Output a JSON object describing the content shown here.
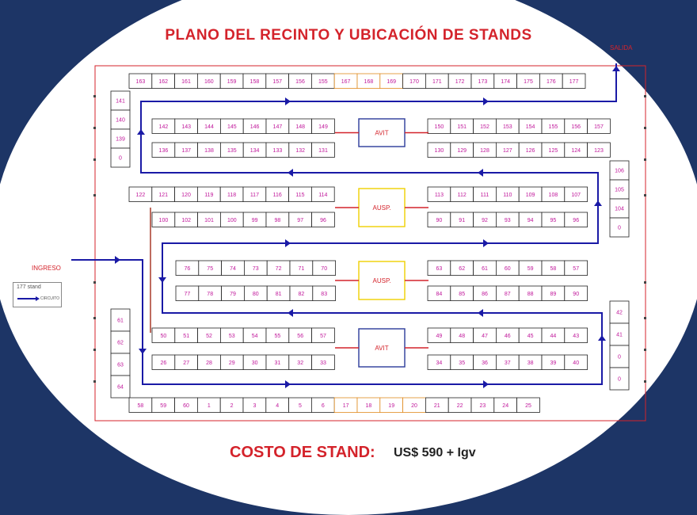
{
  "title": "PLANO DEL RECINTO Y UBICACIÓN DE STANDS",
  "exit_label": "SALIDA",
  "entry_label": "INGRESO",
  "legend": {
    "stand_count": "177 stand",
    "circuit_label": "CIRCUITO"
  },
  "cost": {
    "label": "COSTO DE STAND:",
    "value": "US$ 590 + Igv"
  },
  "colors": {
    "accent_red": "#d4232b",
    "route_blue": "#1a1aa6",
    "stand_magenta": "#c0169a",
    "ausp_yellow": "#f0d000",
    "avit_blue": "#2b3a9a",
    "frame_dark_blue": "#1d3566"
  },
  "rows": {
    "top_row": [
      "163",
      "162",
      "161",
      "160",
      "159",
      "158",
      "157",
      "156",
      "155",
      "167",
      "168",
      "169",
      "170",
      "171",
      "172",
      "173",
      "174",
      "175",
      "176",
      "177"
    ],
    "block1_left_top": [
      "142",
      "143",
      "144",
      "145",
      "146",
      "147",
      "148",
      "149"
    ],
    "block1_left_bottom": [
      "136",
      "137",
      "138",
      "135",
      "134",
      "133",
      "132",
      "131"
    ],
    "block1_right_top": [
      "150",
      "151",
      "152",
      "153",
      "154",
      "155",
      "156",
      "157"
    ],
    "block1_right_bottom": [
      "130",
      "129",
      "128",
      "127",
      "126",
      "125",
      "124",
      "123"
    ],
    "left_col_top": [
      "141",
      "140",
      "139",
      "0"
    ],
    "block2_left_top": [
      "122",
      "121",
      "120",
      "119",
      "118",
      "117",
      "116",
      "115",
      "114"
    ],
    "block2_left_bottom": [
      "100",
      "102",
      "101",
      "100",
      "99",
      "98",
      "97",
      "96"
    ],
    "block2_right_top": [
      "113",
      "112",
      "111",
      "110",
      "109",
      "108",
      "107"
    ],
    "block2_right_bottom": [
      "90",
      "91",
      "92",
      "93",
      "94",
      "95",
      "96"
    ],
    "right_col_top": [
      "106",
      "105",
      "104",
      "0"
    ],
    "block3_left_top": [
      "76",
      "75",
      "74",
      "73",
      "72",
      "71",
      "70"
    ],
    "block3_left_bottom": [
      "77",
      "78",
      "79",
      "80",
      "81",
      "82",
      "83"
    ],
    "block3_right_top": [
      "63",
      "62",
      "61",
      "60",
      "59",
      "58",
      "57"
    ],
    "block3_right_bottom": [
      "84",
      "85",
      "86",
      "87",
      "88",
      "89",
      "90"
    ],
    "block4_left_top": [
      "50",
      "51",
      "52",
      "53",
      "54",
      "55",
      "56",
      "57"
    ],
    "block4_left_bottom": [
      "26",
      "27",
      "28",
      "29",
      "30",
      "31",
      "32",
      "33"
    ],
    "block4_right_top": [
      "49",
      "48",
      "47",
      "46",
      "45",
      "44",
      "43"
    ],
    "block4_right_bottom": [
      "34",
      "35",
      "36",
      "37",
      "38",
      "39",
      "40"
    ],
    "left_col_bottom": [
      "61",
      "62",
      "63",
      "64"
    ],
    "right_col_bottom": [
      "42",
      "41",
      "0",
      "0"
    ],
    "bottom_row": [
      "58",
      "59",
      "60",
      "1",
      "2",
      "3",
      "4",
      "5",
      "6",
      "17",
      "18",
      "19",
      "20",
      "21",
      "22",
      "23",
      "24",
      "25"
    ]
  },
  "booths": [
    {
      "name": "avit-1",
      "label": "AVIT"
    },
    {
      "name": "ausp-1",
      "label": "AUSP."
    },
    {
      "name": "ausp-2",
      "label": "AUSP."
    },
    {
      "name": "avit-2",
      "label": "AVIT"
    }
  ]
}
